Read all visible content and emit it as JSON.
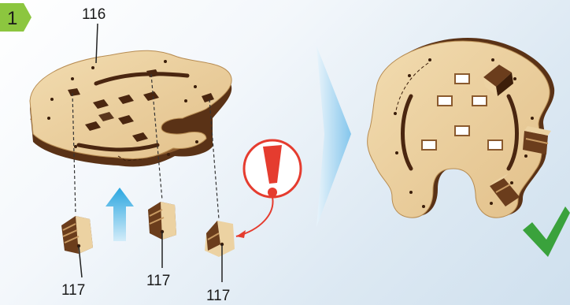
{
  "step": {
    "number": "1"
  },
  "callouts": {
    "part_board": "116",
    "part_block_left": "117",
    "part_block_middle": "117",
    "part_block_right": "117"
  },
  "colors": {
    "step_badge": "#8cc63f",
    "wood_light": "#ecd2a2",
    "wood_dark": "#6b3d1c",
    "arrow_up": "#2aa6e0",
    "arrow_next": "#9fd3f2",
    "warning": "#e53c2f",
    "check": "#3aa23c"
  },
  "icons": [
    "up-arrow-icon",
    "next-step-arrow-icon",
    "warning-exclamation-icon",
    "checkmark-icon"
  ]
}
